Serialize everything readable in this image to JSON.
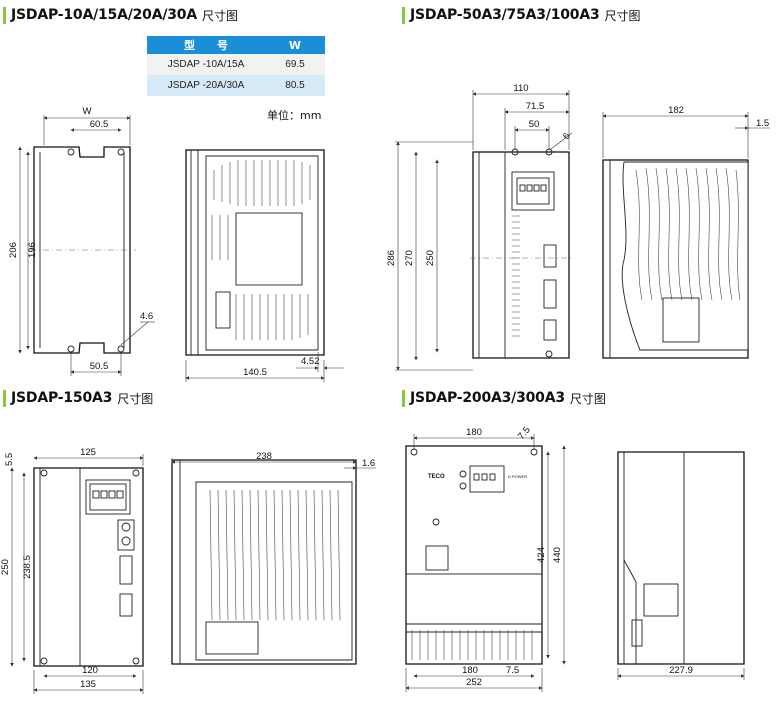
{
  "sections": {
    "s1": {
      "title": "JSDAP-10A/15A/20A/30A",
      "suffix": "尺寸图"
    },
    "s2": {
      "title": "JSDAP-50A3/75A3/100A3",
      "suffix": "尺寸图"
    },
    "s3": {
      "title": "JSDAP-150A3",
      "suffix": "尺寸图"
    },
    "s4": {
      "title": "JSDAP-200A3/300A3",
      "suffix": "尺寸图"
    }
  },
  "spec_table": {
    "headers": [
      "型　　号",
      "W"
    ],
    "rows": [
      {
        "model": "JSDAP -10A/15A",
        "w": "69.5"
      },
      {
        "model": "JSDAP -20A/30A",
        "w": "80.5"
      }
    ]
  },
  "unit_note": "单位：mm",
  "dims": {
    "d1": {
      "w": "W",
      "w1": "60.5",
      "h1": "206",
      "h2": "196",
      "hole": "4.6",
      "bottom": "50.5",
      "depth": "140.5",
      "side": "4.52"
    },
    "d2": {
      "w": "110",
      "w1": "71.5",
      "w2": "50",
      "hole": "6",
      "h1": "286",
      "h2": "270",
      "h3": "250",
      "depth": "182",
      "t": "1.5"
    },
    "d3": {
      "hole": "5.5",
      "w": "125",
      "h1": "250",
      "h2": "238.5",
      "b1": "120",
      "b2": "135",
      "depth": "238",
      "t": "1.6"
    },
    "d4": {
      "w1": "180",
      "hole": "7.5",
      "h1": "424",
      "h2": "440",
      "b1": "180",
      "b2": "252",
      "b3": "7.5",
      "depth": "227.9"
    }
  },
  "labels": {
    "brand": "TECO",
    "icon_text": "D.POWER"
  },
  "colors": {
    "accent": "#8cc63f",
    "table_header": "#1a8fd8",
    "row_alt": "#d6ebf7"
  }
}
